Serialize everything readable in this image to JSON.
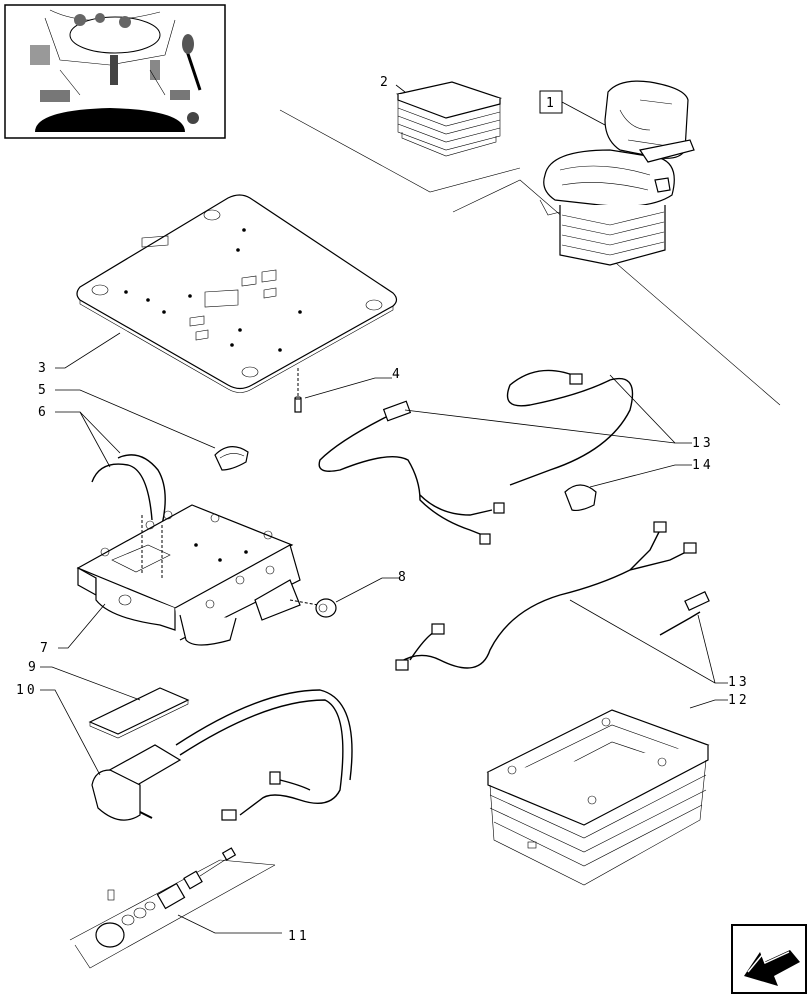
{
  "labels": {
    "l1": "1",
    "l2": "2",
    "l3": "3",
    "l4": "4",
    "l5": "5",
    "l6": "6",
    "l7": "7",
    "l8": "8",
    "l9": "9",
    "l10": "10",
    "l11": "11",
    "l12": "12",
    "l13a": "13",
    "l13b": "13",
    "l14": "14"
  },
  "icons": {
    "thumbnail": "tractor-cab-floor-thumbnail",
    "nav": "previous-page-arrow-icon"
  }
}
